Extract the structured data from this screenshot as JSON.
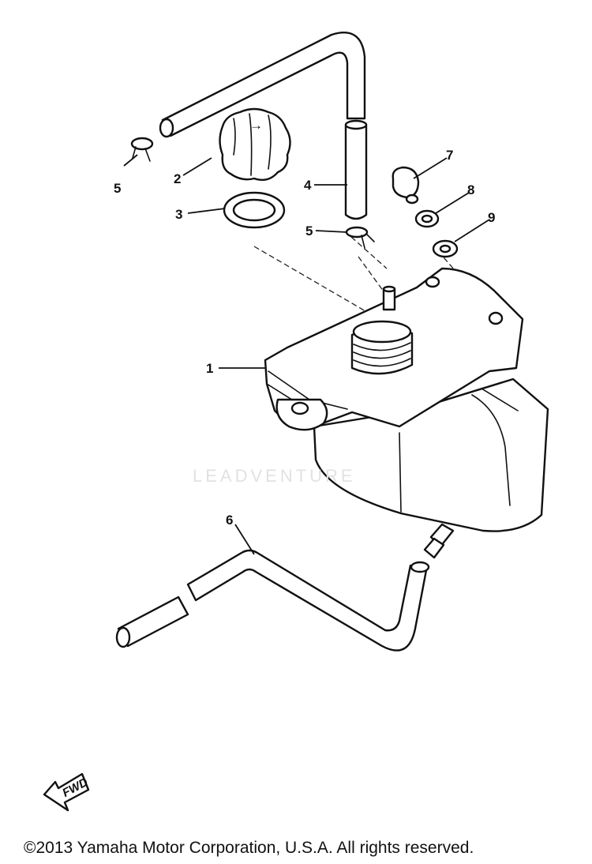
{
  "callouts": {
    "tank": "1",
    "cap": "2",
    "gasket": "3",
    "breather_hose": "4",
    "clip_left": "5",
    "clip_right": "5",
    "drain_hose": "6",
    "grommet_cap": "7",
    "washer_8": "8",
    "washer_9": "9"
  },
  "watermark": "LEADVENTURE",
  "fwd_label": "FWD",
  "copyright": "©2013 Yamaha Motor Corporation, U.S.A. All rights reserved."
}
